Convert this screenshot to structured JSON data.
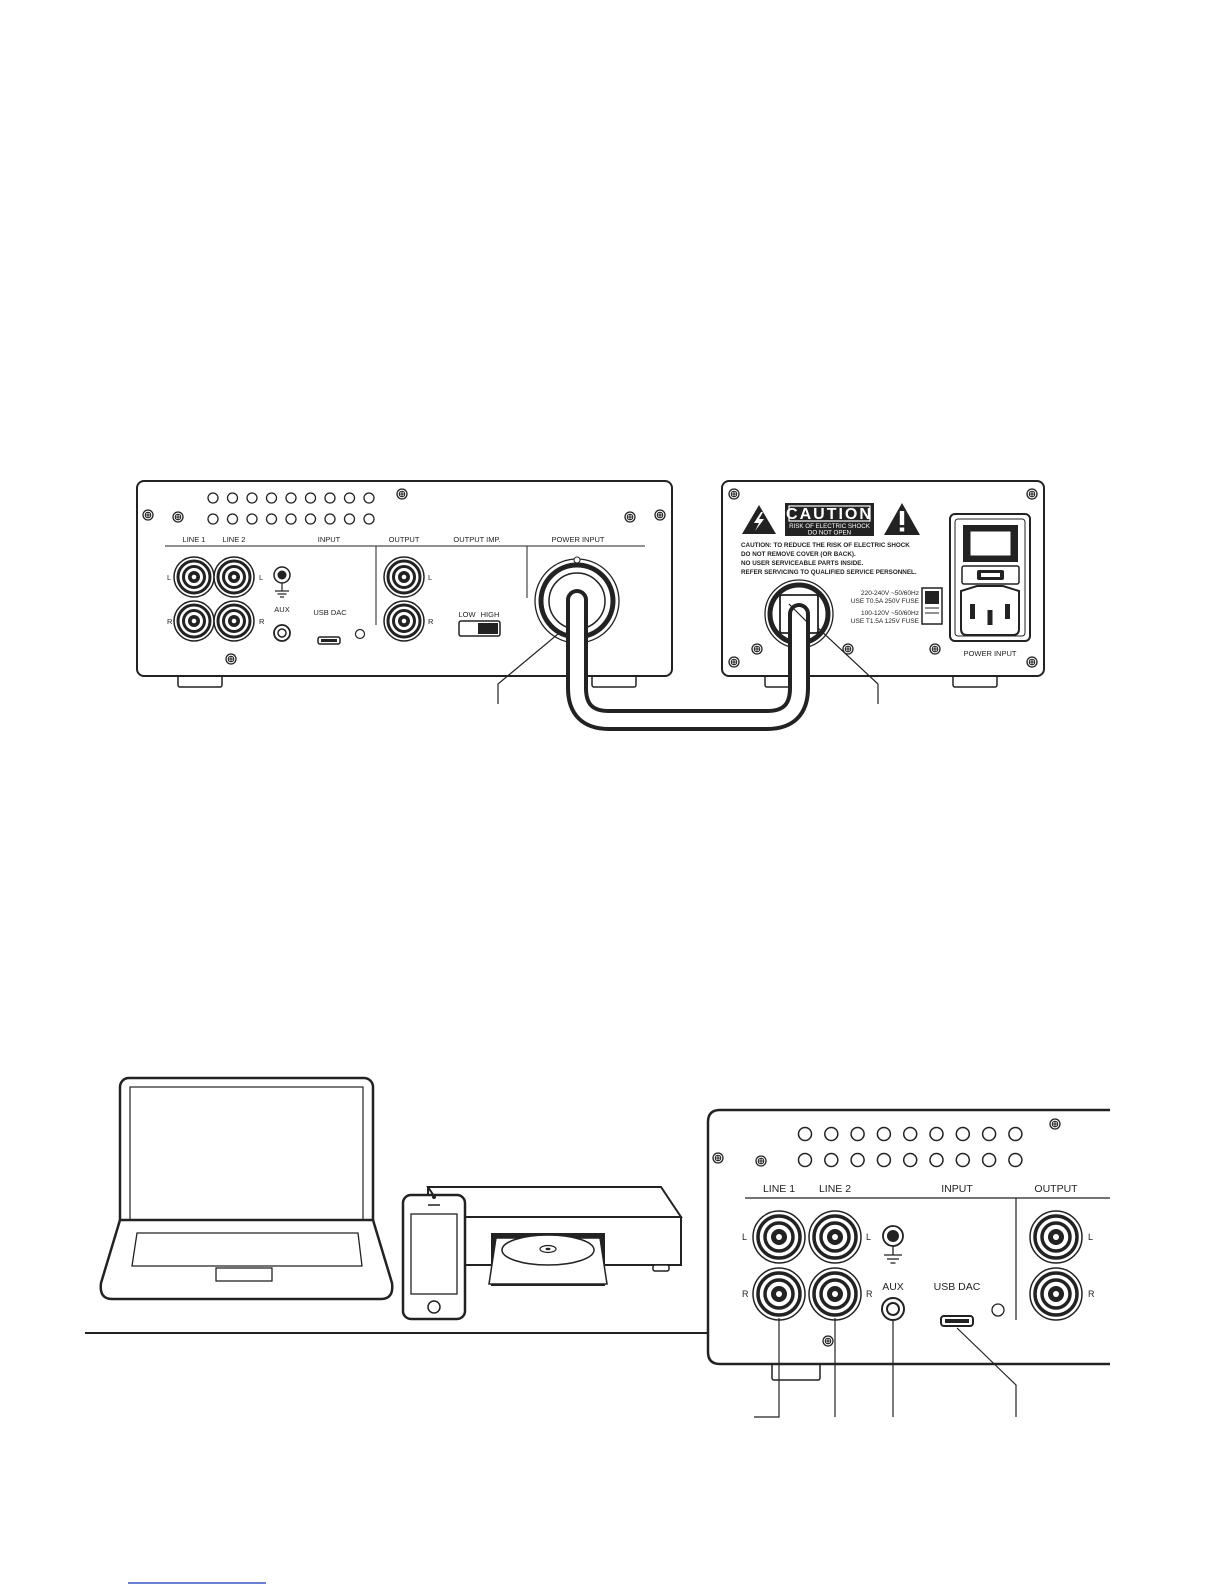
{
  "amplifier_rear": {
    "section_labels": [
      "LINE 1",
      "LINE 2",
      "INPUT",
      "OUTPUT",
      "OUTPUT IMP.",
      "POWER INPUT"
    ],
    "channel_left": "L",
    "channel_right": "R",
    "aux_label": "AUX",
    "usb_label": "USB DAC",
    "switch_low": "LOW",
    "switch_high": "HIGH",
    "vent_rows": 2,
    "vent_cols": 9
  },
  "power_supply_rear": {
    "caution_title": "CAUTION",
    "caution_sub1": "RISK OF ELECTRIC SHOCK",
    "caution_sub2": "DO NOT OPEN",
    "warning_lines": [
      "CAUTION: TO REDUCE THE RISK OF ELECTRIC SHOCK",
      "DO NOT REMOVE COVER (OR BACK).",
      "NO USER SERVICEABLE PARTS INSIDE.",
      "REFER SERVICING TO QUALIFIED SERVICE PERSONNEL."
    ],
    "voltage_220_line1": "220-240V ~50/60Hz",
    "voltage_220_line2": "USE T0.5A 250V FUSE",
    "voltage_100_line1": "100-120V ~50/60Hz",
    "voltage_100_line2": "USE T1.5A 125V FUSE",
    "power_input_label": "POWER INPUT"
  },
  "source_devices": [
    "laptop-icon",
    "smartphone-icon",
    "cd-player-icon"
  ],
  "detail_panel": {
    "line1": "LINE 1",
    "line2": "LINE 2",
    "input": "INPUT",
    "output": "OUTPUT",
    "channel_left": "L",
    "channel_right": "R",
    "aux_label": "AUX",
    "usb_label": "USB DAC"
  }
}
